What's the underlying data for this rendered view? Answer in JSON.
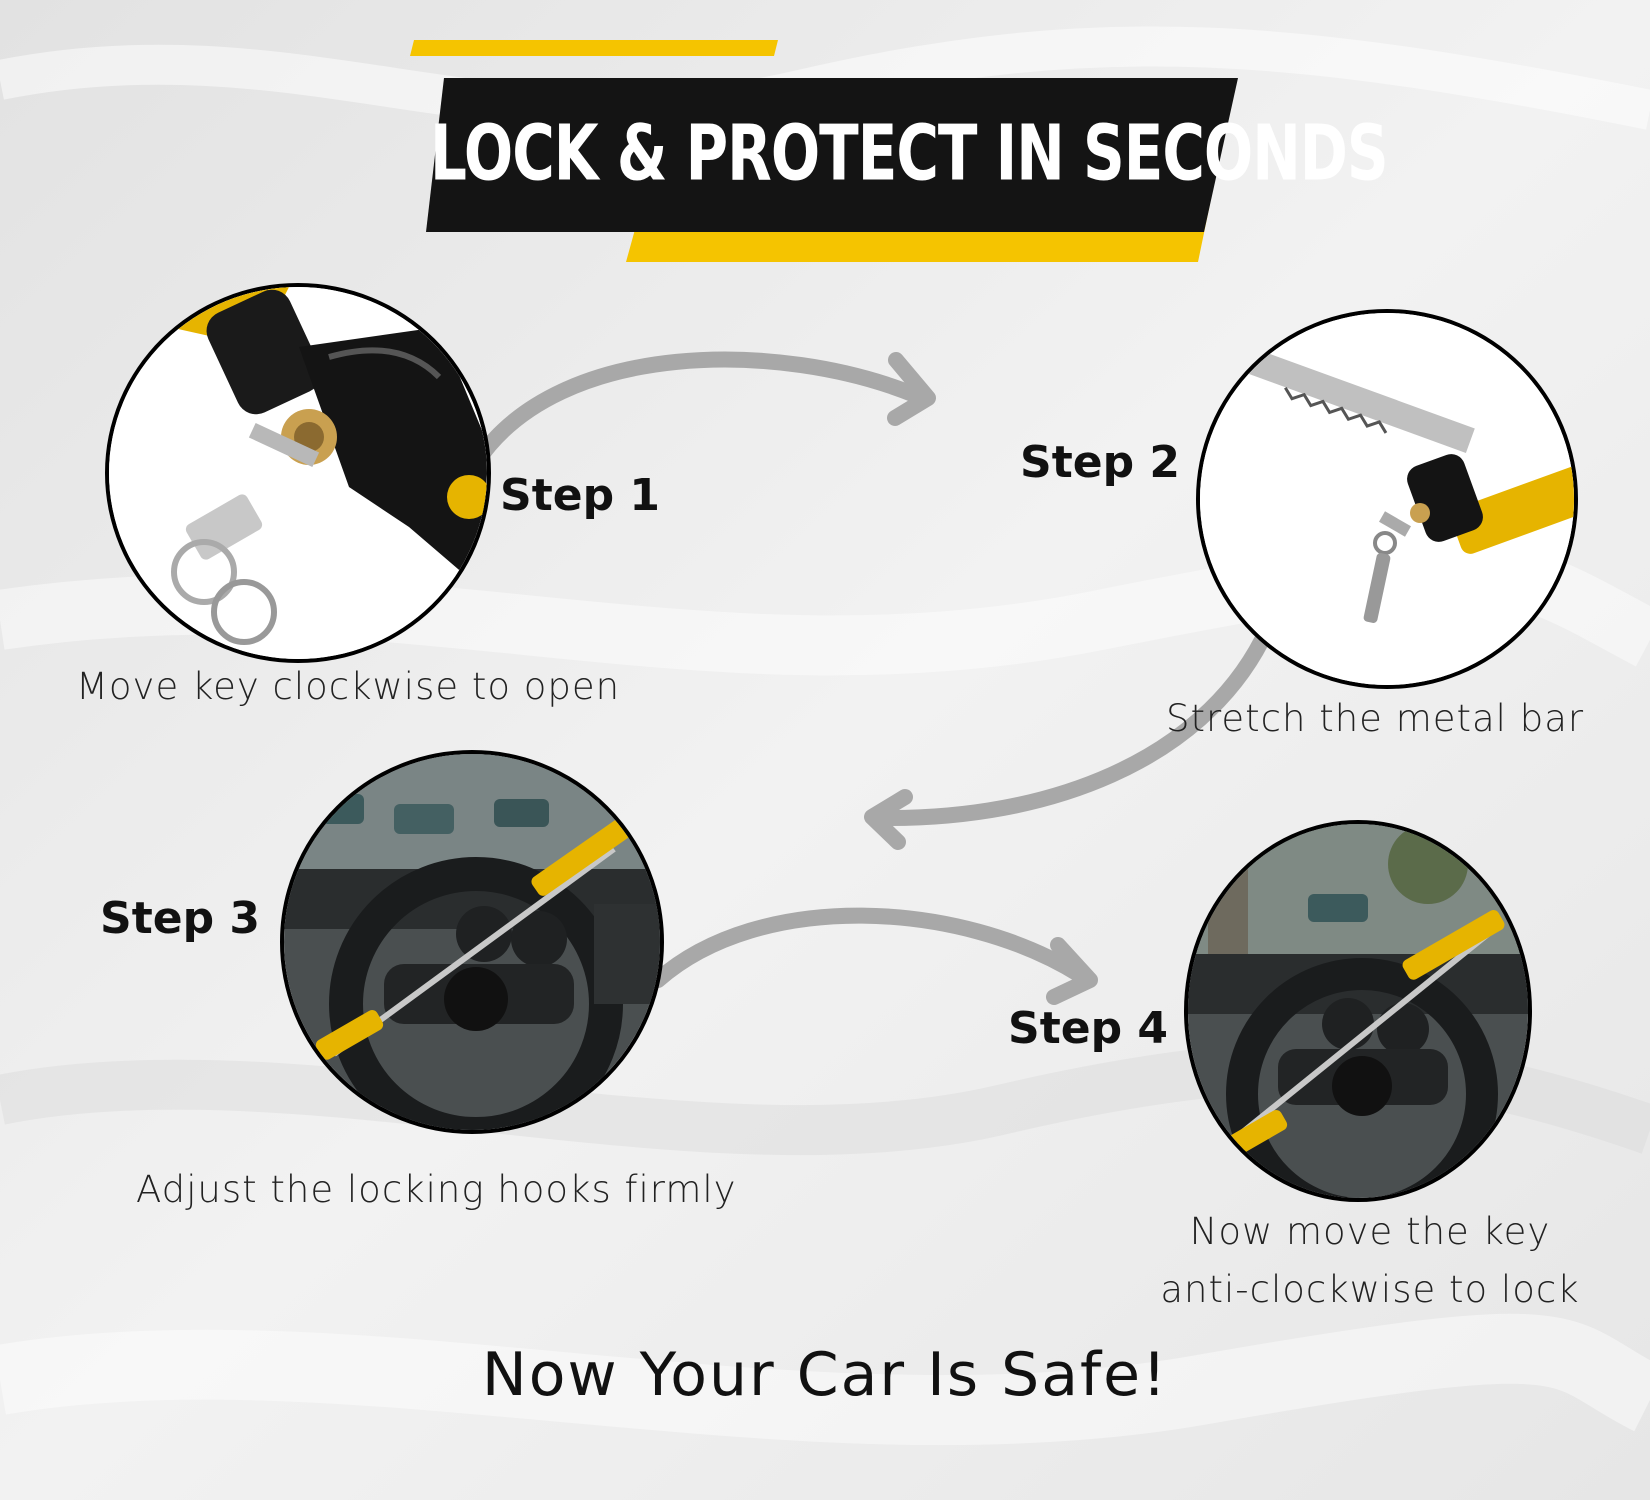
{
  "banner": {
    "title": "LOCK & PROTECT IN SECONDS"
  },
  "steps": [
    {
      "label": "Step 1",
      "caption": "Move key clockwise to open",
      "image": "lock-key-closeup"
    },
    {
      "label": "Step 2",
      "caption": "Stretch the metal bar",
      "image": "extended-bar-with-key"
    },
    {
      "label": "Step 3",
      "caption": "Adjust the locking hooks firmly",
      "image": "steering-wheel-lock-installed"
    },
    {
      "label": "Step 4",
      "caption_line1": "Now move the key",
      "caption_line2": "anti-clockwise to lock",
      "image": "steering-wheel-locked"
    }
  ],
  "footer": {
    "text": "Now Your Car Is Safe!"
  },
  "colors": {
    "accent": "#f5c400",
    "banner_bg": "#141414",
    "arrow": "#a8a8a8",
    "background": "#ececec"
  }
}
